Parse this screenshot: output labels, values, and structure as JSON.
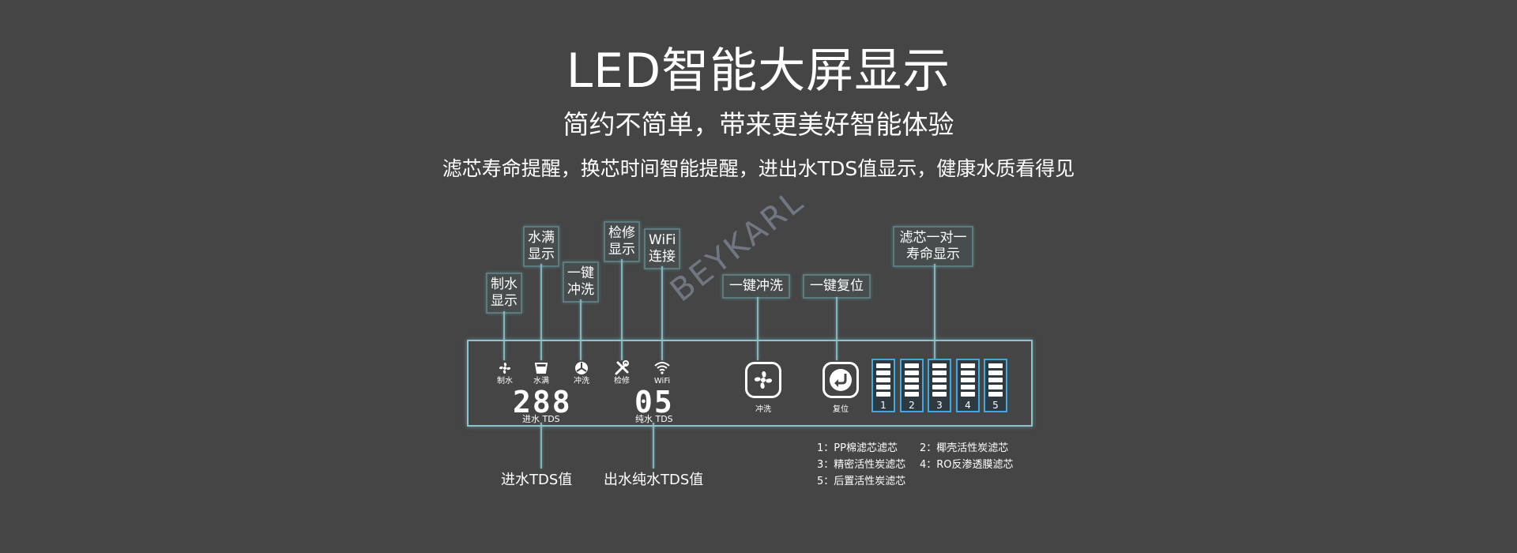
{
  "header": {
    "title": "LED智能大屏显示",
    "subtitle": "简约不简单，带来更美好智能体验",
    "description": "滤芯寿命提醒，换芯时间智能提醒，进出水TDS值显示，健康水质看得见"
  },
  "watermark": "BEYKARL",
  "callouts": {
    "zhishui": [
      "制水",
      "显示"
    ],
    "shuiman": [
      "水满",
      "显示"
    ],
    "chongxi": [
      "一键",
      "冲洗"
    ],
    "jianxiu": [
      "检修",
      "显示"
    ],
    "wifi": [
      "WiFi",
      "连接"
    ],
    "flush_button": "一键冲洗",
    "reset_button": "一键复位",
    "filter_life": [
      "滤芯一对一",
      "寿命显示"
    ]
  },
  "panel": {
    "icons": {
      "zhishui": "制水",
      "shuiman": "水满",
      "chongxi": "冲洗",
      "jianxiu": "检修",
      "wifi": "WiFi"
    },
    "inlet_tds_value": "288",
    "inlet_tds_label": "进水 TDS",
    "pure_tds_value": "05",
    "pure_tds_label": "纯水 TDS",
    "flush_label": "冲洗",
    "reset_label": "复位",
    "filters": [
      "1",
      "2",
      "3",
      "4",
      "5"
    ]
  },
  "bottom_labels": {
    "inlet": "进水TDS值",
    "outlet": "出水纯水TDS值"
  },
  "legend": [
    "1：PP棉滤芯滤芯",
    "2：椰壳活性炭滤芯",
    "3：精密活性炭滤芯",
    "4：RO反渗透膜滤芯",
    "5：后置活性炭滤芯"
  ],
  "colors": {
    "background": "#454545",
    "glow_line": "#7fb6bd",
    "filter_border": "#3fa9e0"
  }
}
